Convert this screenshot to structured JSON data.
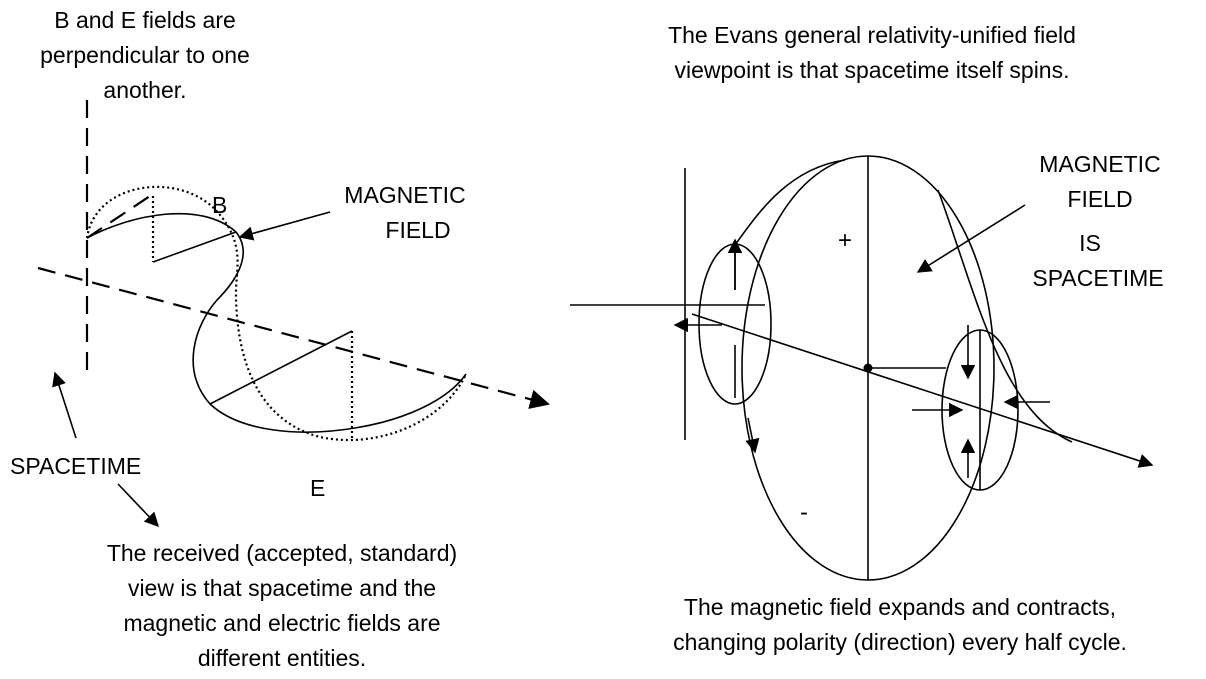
{
  "left": {
    "caption_top": [
      "B and E fields are",
      "perpendicular to one",
      "another."
    ],
    "label_b": "B",
    "label_e": "E",
    "label_magnetic": [
      "MAGNETIC",
      "FIELD"
    ],
    "label_spacetime": "SPACETIME",
    "caption_bottom": [
      "The received (accepted, standard)",
      "view is that spacetime and the",
      "magnetic and electric fields are",
      "different entities."
    ]
  },
  "right": {
    "caption_top": [
      "The Evans general relativity-unified field",
      "viewpoint is that spacetime itself spins."
    ],
    "label_magnetic": [
      "MAGNETIC",
      "FIELD",
      "IS",
      "SPACETIME"
    ],
    "plus": "+",
    "minus": "-",
    "caption_bottom": [
      "The magnetic field expands and contracts,",
      "changing polarity (direction) every half cycle."
    ]
  }
}
